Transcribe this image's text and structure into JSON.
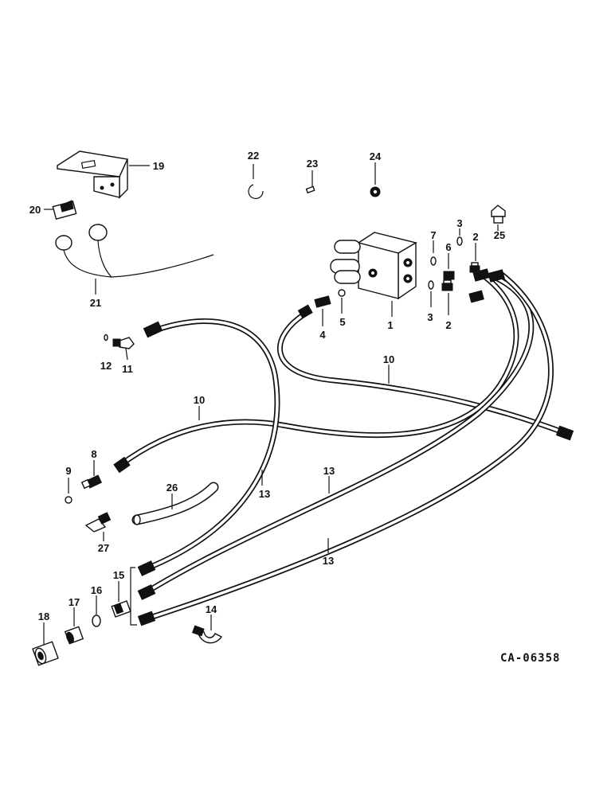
{
  "diagram": {
    "drawing_code": "CA-06358",
    "callouts": [
      "1",
      "2",
      "2",
      "3",
      "3",
      "4",
      "5",
      "6",
      "7",
      "8",
      "9",
      "10",
      "10",
      "11",
      "12",
      "13",
      "13",
      "13",
      "14",
      "15",
      "16",
      "17",
      "18",
      "19",
      "20",
      "21",
      "22",
      "23",
      "24",
      "25",
      "26",
      "27"
    ]
  }
}
